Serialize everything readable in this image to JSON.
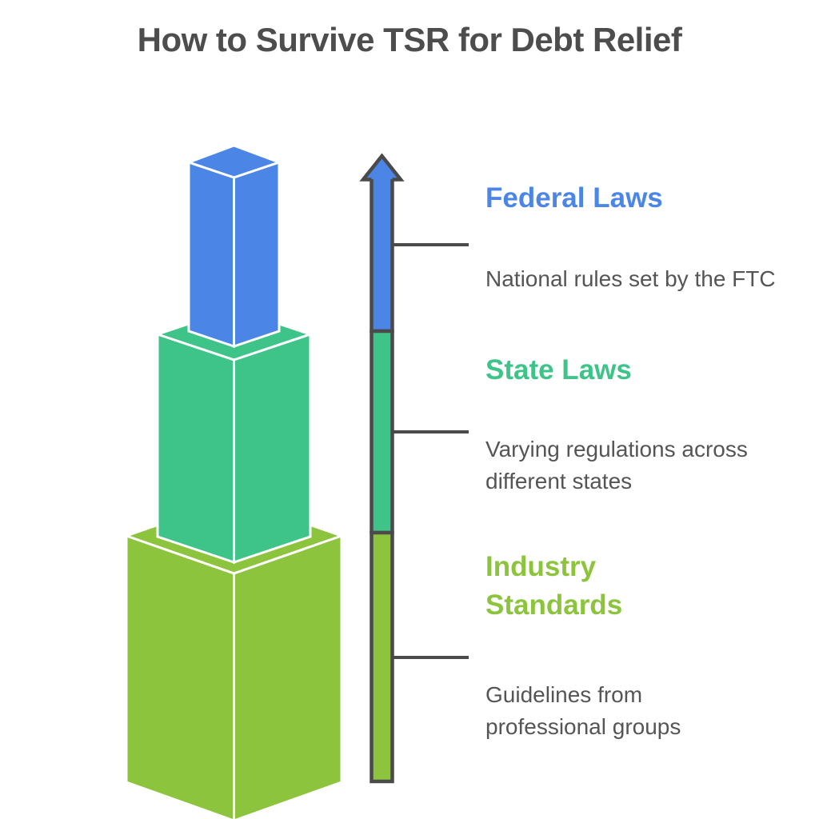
{
  "title": "How to Survive TSR for Debt Relief",
  "colors": {
    "federal_blue": "#4b86e6",
    "state_teal": "#3ec488",
    "industry_lime": "#8dc43e",
    "axis_outline": "#4a4a4a",
    "title_text": "#4d4d4d",
    "body_text": "#555555",
    "background": "#ffffff",
    "block_edge": "#ffffff"
  },
  "sections": [
    {
      "id": "federal-laws",
      "label": "Federal Laws",
      "description": "National rules set by the FTC",
      "color": "#4b86e6"
    },
    {
      "id": "state-laws",
      "label": "State Laws",
      "description": "Varying regulations across\ndifferent states",
      "color": "#3ec488"
    },
    {
      "id": "industry-standards",
      "label": "Industry\nStandards",
      "description": "Guidelines from\nprofessional groups",
      "color": "#8dc43e"
    }
  ],
  "diagram": {
    "type": "stacked-3d-block-tower-with-arrow-axis",
    "arrow_direction": "up",
    "tower_levels_top_to_bottom": [
      "Federal Laws",
      "State Laws",
      "Industry Standards"
    ],
    "axis_segments_top_to_bottom": [
      "Federal Laws",
      "State Laws",
      "Industry Standards"
    ],
    "tick_count": 3
  }
}
